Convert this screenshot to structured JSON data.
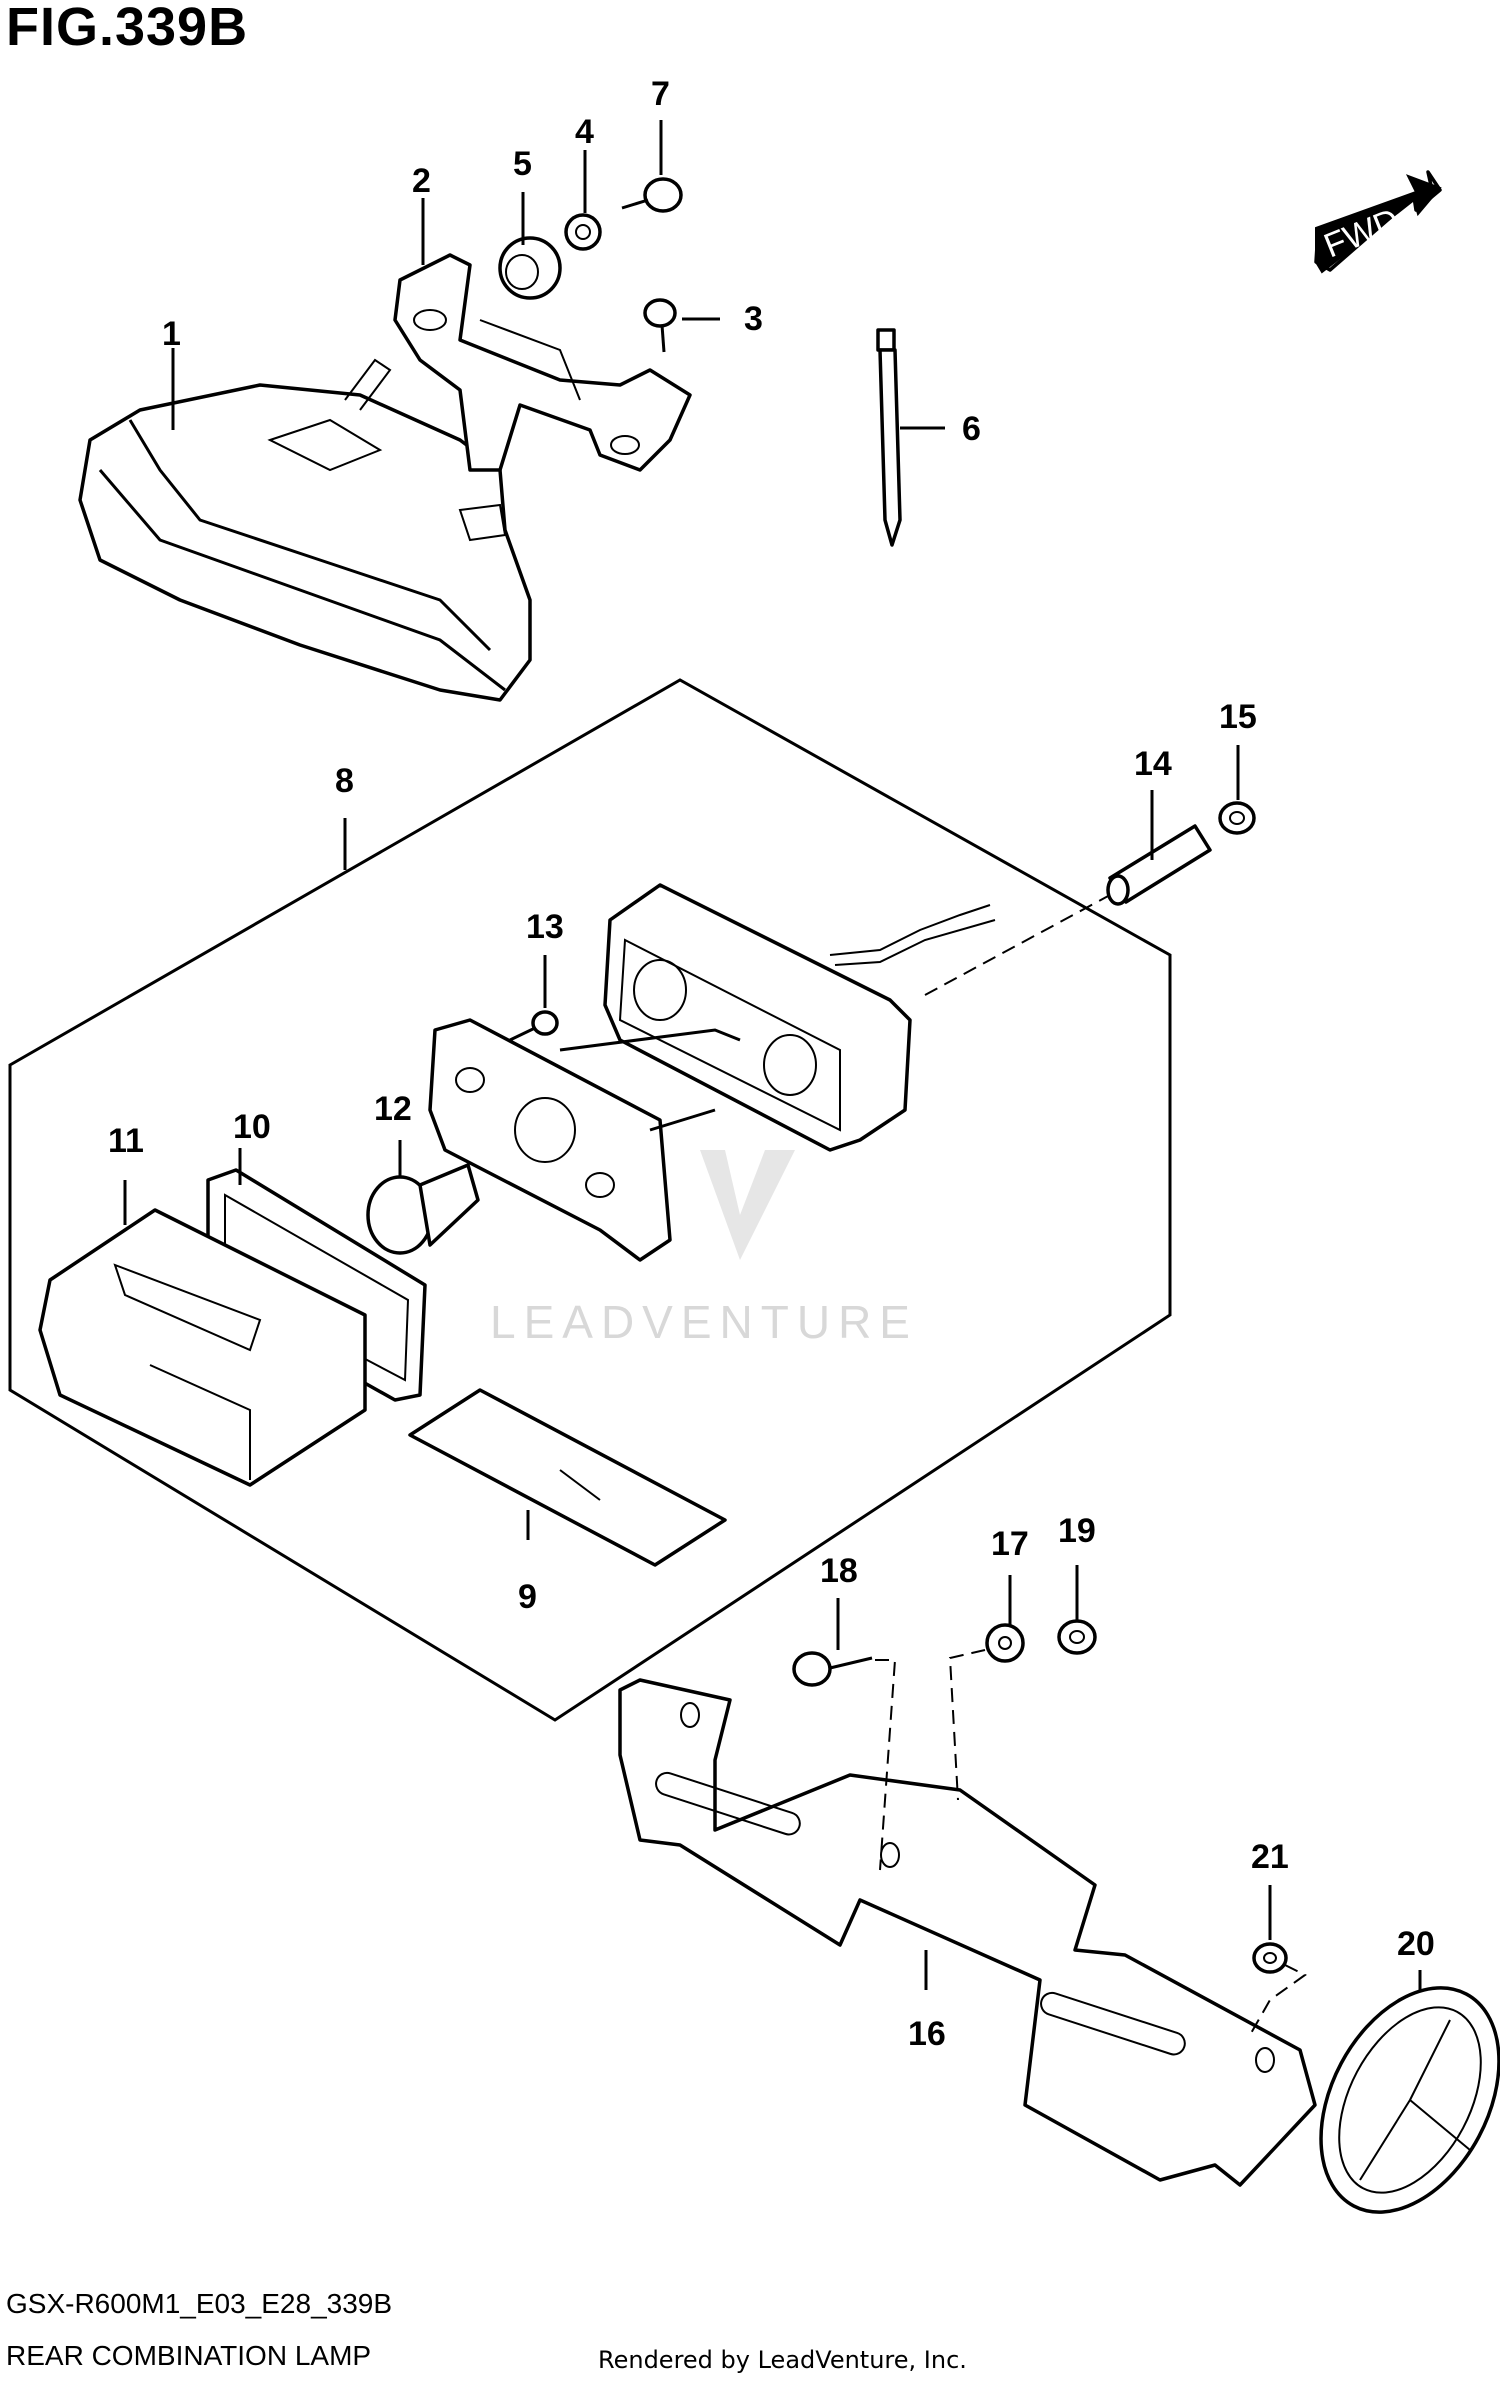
{
  "figure": {
    "title": "FIG.339B",
    "model_code": "GSX-R600M1_E03_E28_339B",
    "section_name": "REAR COMBINATION LAMP",
    "rendered_by": "Rendered by LeadVenture, Inc.",
    "watermark": "LEADVENTURE",
    "direction_tag": "FWD"
  },
  "callouts": [
    "1",
    "2",
    "3",
    "4",
    "5",
    "6",
    "7",
    "8",
    "9",
    "10",
    "11",
    "12",
    "13",
    "14",
    "15",
    "16",
    "17",
    "18",
    "19",
    "20",
    "21"
  ],
  "colors": {
    "ink": "#000000",
    "watermark": "#d8d8d8",
    "background": "#ffffff"
  }
}
